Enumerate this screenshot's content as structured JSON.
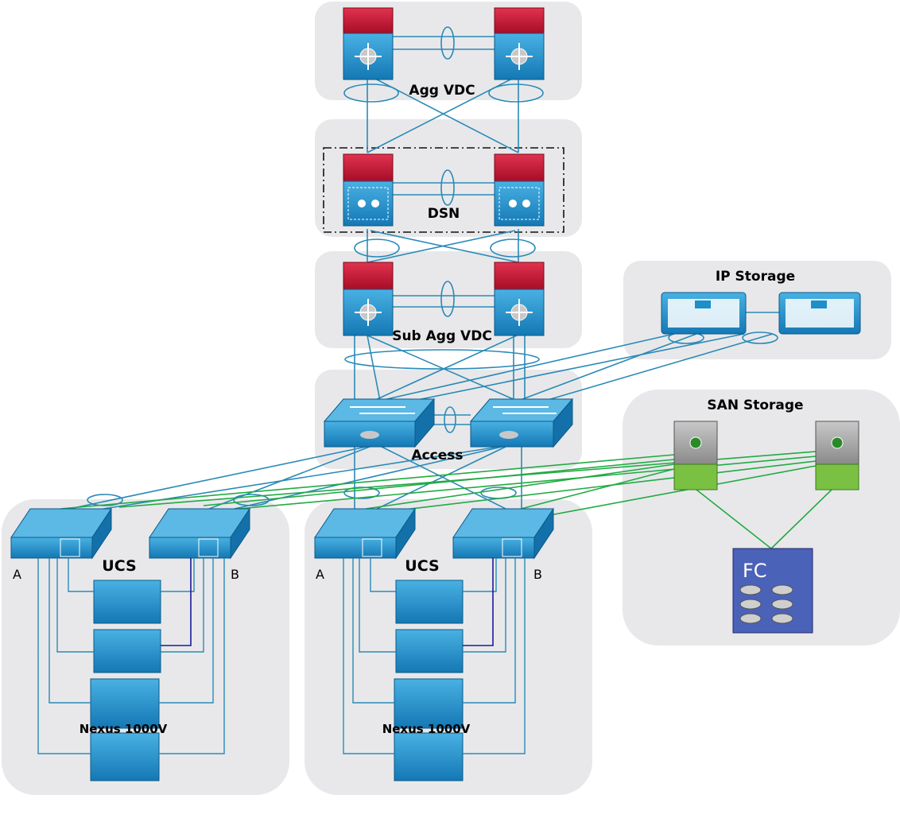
{
  "labels": {
    "agg_vdc": "Agg VDC",
    "dsn": "DSN",
    "sub_agg_vdc": "Sub Agg VDC",
    "access": "Access",
    "ip_storage": "IP Storage",
    "san_storage": "SAN Storage",
    "ucs_left": "UCS",
    "ucs_right": "UCS",
    "fabric_a_left": "A",
    "fabric_b_left": "B",
    "fabric_a_right": "A",
    "fabric_b_right": "B",
    "nexus_left": "Nexus 1000V",
    "nexus_right": "Nexus 1000V",
    "fc": "FC"
  },
  "colors": {
    "zone_fill": "#e8e8ea",
    "device_blue": "#1d8fc9",
    "device_blue_light": "#5cb8e4",
    "device_red": "#c8102e",
    "link_blue": "#2a8ab8",
    "link_green": "#22aa44",
    "link_navy": "#1a1a9a",
    "mds_gray": "#9a9a9a",
    "mds_green": "#7ac143",
    "fc_blue": "#4a62b8"
  }
}
